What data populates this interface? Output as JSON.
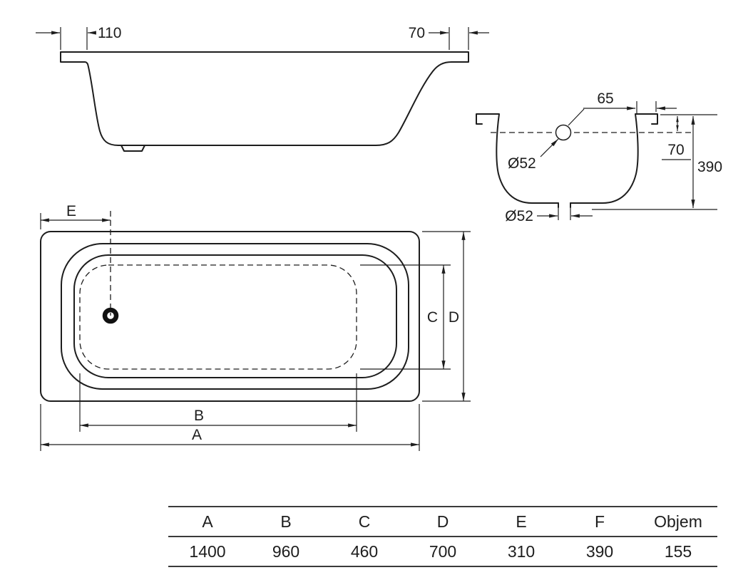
{
  "page": {
    "background": "#ffffff",
    "line_color": "#1d1d1d"
  },
  "side_view": {
    "dim_left": "110",
    "dim_right": "70"
  },
  "cross_section": {
    "dim_overflow_offset": "65",
    "overflow_label": "Ø52",
    "dim_overflow_depth": "70",
    "dim_height": "390",
    "drain_label": "Ø52"
  },
  "plan_view": {
    "dim_e": "E",
    "dim_c": "C",
    "dim_d": "D",
    "dim_b": "B",
    "dim_a": "A"
  },
  "table": {
    "headers": [
      "A",
      "B",
      "C",
      "D",
      "E",
      "F",
      "Objem"
    ],
    "values": [
      "1400",
      "960",
      "460",
      "700",
      "310",
      "390",
      "155"
    ]
  }
}
